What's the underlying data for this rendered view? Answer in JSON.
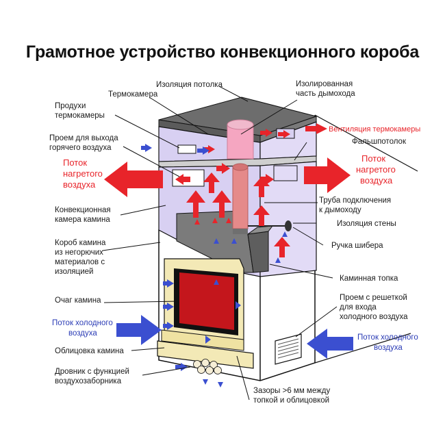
{
  "title": "Грамотное устройство конвекционного короба",
  "labels": {
    "ceiling_insulation": "Изоляция потолка",
    "thermal_chamber": "Термокамера",
    "vents_1": "Продухи",
    "vents_2": "термокамеры",
    "hot_air_outlet_1": "Проем для выхода",
    "hot_air_outlet_2": "горячего воздуха",
    "hot_flow_left_1": "Поток",
    "hot_flow_left_2": "нагретого",
    "hot_flow_left_3": "воздуха",
    "convection_chamber_1": "Конвекционная",
    "convection_chamber_2": "камера камина",
    "box_1": "Короб камина",
    "box_2": "из негорючих",
    "box_3": "материалов с",
    "box_4": "изоляцией",
    "hearth": "Очаг камина",
    "cold_flow_left_1": "Поток холодного",
    "cold_flow_left_2": "воздуха",
    "cladding": "Облицовка камина",
    "woodbox_1": "Дровник с функцией",
    "woodbox_2": "воздухозаборника",
    "insulated_chimney_1": "Изолированная",
    "insulated_chimney_2": "часть дымохода",
    "chamber_ventilation": "Вентиляция термокамеры",
    "false_ceiling": "Фальшпотолок",
    "hot_flow_right_1": "Поток",
    "hot_flow_right_2": "нагретого",
    "hot_flow_right_3": "воздуха",
    "chimney_pipe_1": "Труба подключения",
    "chimney_pipe_2": "к дымоходу",
    "wall_insulation": "Изоляция стены",
    "damper_handle": "Ручка шибера",
    "firebox": "Каминная топка",
    "grille_1": "Проем с решеткой",
    "grille_2": "для входа",
    "grille_3": "холодного воздуха",
    "cold_flow_right_1": "Поток холодного",
    "cold_flow_right_2": "воздуха",
    "gaps_1": "Зазоры >6 мм между",
    "gaps_2": "топкой и облицовкой"
  },
  "colors": {
    "hot": "#e8242a",
    "cold": "#3b4fd0",
    "chamber": "#d8d0f2",
    "hearth": "#c4161c",
    "cladding": "#f3e9b6",
    "pipe": "#e58a8a",
    "ceiling": "#6d6d6d"
  }
}
